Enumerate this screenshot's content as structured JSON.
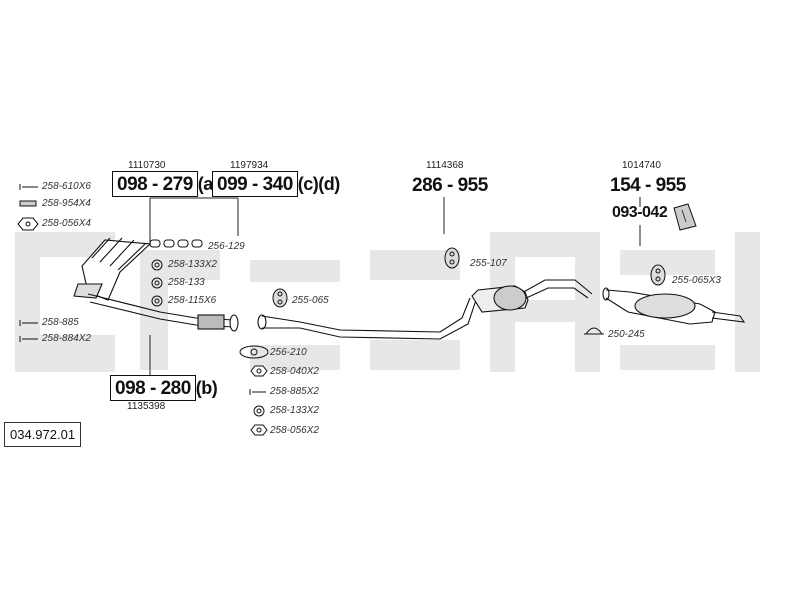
{
  "watermark_color": "#e7e7e7",
  "reference": "034.972.01",
  "groups": [
    {
      "id": "a",
      "code": "098 - 279",
      "suffix": "(a)",
      "number": "1110730"
    },
    {
      "id": "cd",
      "code": "099 - 340",
      "suffix": "(c)(d)",
      "number": "1197934"
    },
    {
      "id": "b",
      "code": "098 - 280",
      "suffix": "(b)",
      "number": "1135398"
    },
    {
      "id": "mid",
      "code": "286 - 955",
      "number": "1114368"
    },
    {
      "id": "rear",
      "code": "154 - 955",
      "number": "1014740"
    },
    {
      "id": "bracket",
      "code": "093-042"
    }
  ],
  "parts": [
    {
      "id": "p1",
      "label": "258-610X6",
      "icon": "bolt-icon"
    },
    {
      "id": "p2",
      "label": "258-954X4",
      "icon": "stud-icon"
    },
    {
      "id": "p3",
      "label": "258-056X4",
      "icon": "nut-icon"
    },
    {
      "id": "p4",
      "label": "256-129",
      "icon": "gasket-set-icon"
    },
    {
      "id": "p5",
      "label": "258-133X2",
      "icon": "washer-icon"
    },
    {
      "id": "p6",
      "label": "258-133",
      "icon": "washer-icon"
    },
    {
      "id": "p7",
      "label": "258-115X6",
      "icon": "washer-icon"
    },
    {
      "id": "p8",
      "label": "258-885",
      "icon": "bolt-icon"
    },
    {
      "id": "p9",
      "label": "258-884X2",
      "icon": "bolt-icon"
    },
    {
      "id": "p10",
      "label": "255-065",
      "icon": "rubber-hanger-icon"
    },
    {
      "id": "p11",
      "label": "256-210",
      "icon": "flange-gasket-icon"
    },
    {
      "id": "p12",
      "label": "258-040X2",
      "icon": "nut-icon"
    },
    {
      "id": "p13",
      "label": "258-885X2",
      "icon": "bolt-icon"
    },
    {
      "id": "p14",
      "label": "258-133X2",
      "icon": "washer-icon"
    },
    {
      "id": "p15",
      "label": "258-056X2",
      "icon": "nut-icon"
    },
    {
      "id": "p16",
      "label": "255-107",
      "icon": "rubber-hanger-icon"
    },
    {
      "id": "p17",
      "label": "255-065X3",
      "icon": "rubber-hanger-icon"
    },
    {
      "id": "p18",
      "label": "250-245",
      "icon": "clamp-icon"
    }
  ]
}
